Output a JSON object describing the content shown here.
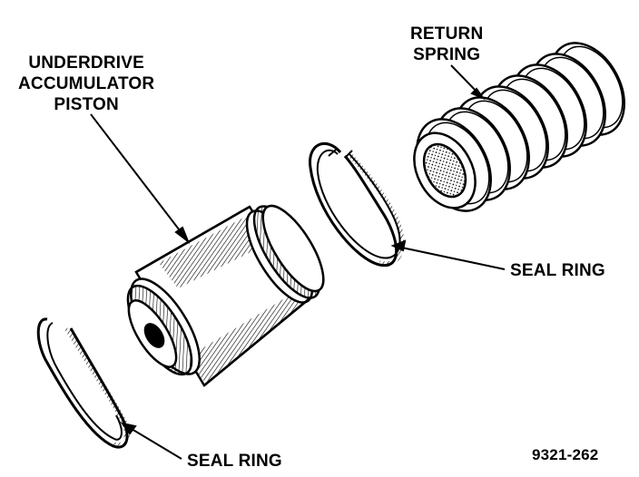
{
  "labels": {
    "piston": [
      "UNDERDRIVE",
      "ACCUMULATOR",
      "PISTON"
    ],
    "spring": [
      "RETURN",
      "SPRING"
    ],
    "seal_ring_right": "SEAL RING",
    "seal_ring_bottom": "SEAL RING",
    "figure_number": "9321-262"
  },
  "colors": {
    "ink": "#000000",
    "paper": "#ffffff"
  }
}
